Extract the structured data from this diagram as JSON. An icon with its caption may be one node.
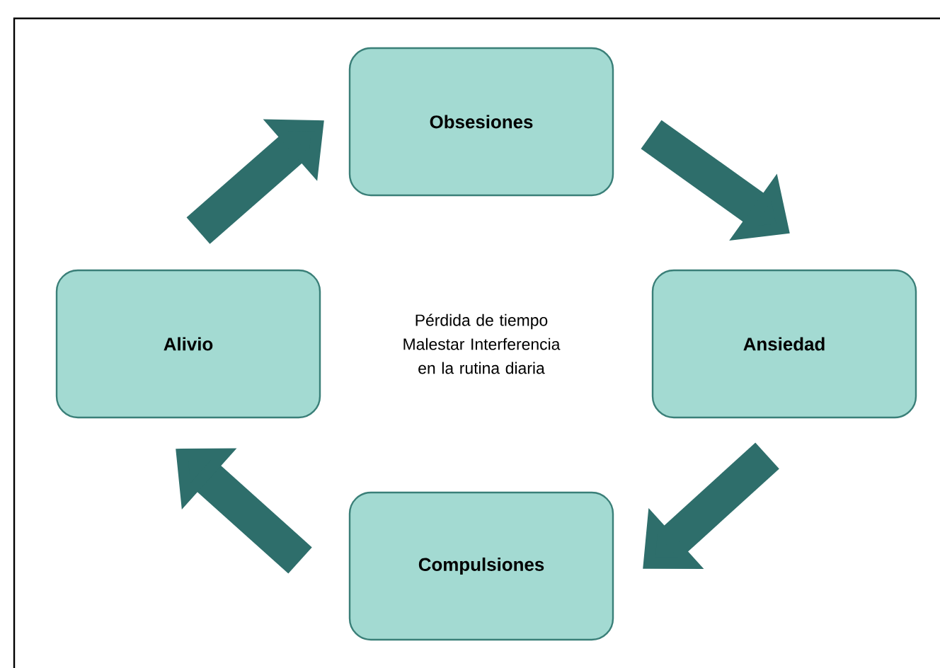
{
  "diagram": {
    "nodes": [
      {
        "text": [
          "Obsesiones"
        ]
      },
      {
        "text": [
          "Ansiedad"
        ]
      },
      {
        "text": [
          "Compulsiones"
        ]
      },
      {
        "text": [
          "Alivio"
        ]
      }
    ],
    "edges": [
      {
        "from": 0,
        "to": 1,
        "arrow": "to"
      },
      {
        "from": 1,
        "to": 2,
        "arrow": "to"
      },
      {
        "from": 2,
        "to": 3,
        "arrow": "to"
      },
      {
        "from": 3,
        "to": 0,
        "arrow": "to"
      }
    ],
    "labels": [
      "Pérdida de tiempo Malestar Interferencia en la rutina diaria"
    ]
  }
}
